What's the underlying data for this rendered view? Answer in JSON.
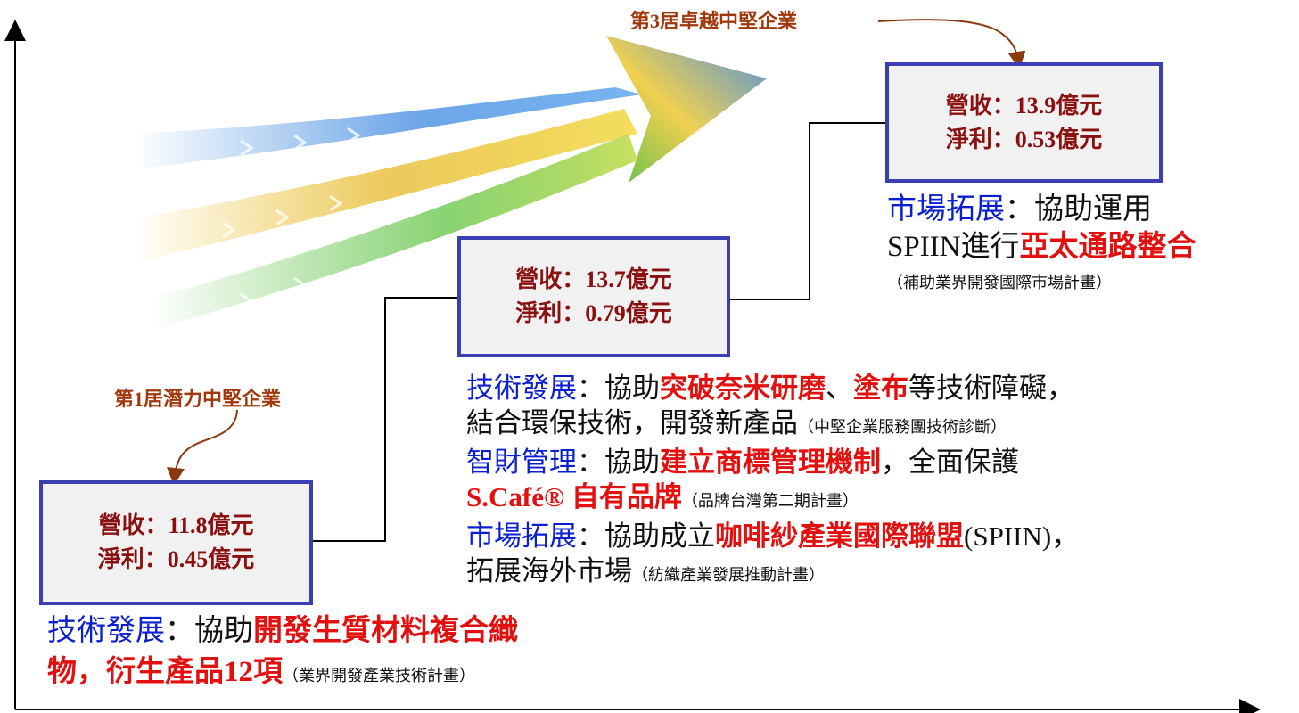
{
  "awards": {
    "first": "第1居潛力中堅企業",
    "third": "第3居卓越中堅企業"
  },
  "stages": [
    {
      "revenue": "營收：11.8億元",
      "profit": "淨利：0.45億元"
    },
    {
      "revenue": "營收：13.7億元",
      "profit": "淨利：0.79億元"
    },
    {
      "revenue": "營收：13.9億元",
      "profit": "淨利：0.53億元"
    }
  ],
  "desc1": {
    "l1_cat": "技術發展",
    "l1_plain": "：協助",
    "l1_hl": "開發生質材料複合織",
    "l2_hl": "物，衍生產品12項",
    "l2_note": "（業界開發產業技術計畫）"
  },
  "desc2": {
    "l1_cat": "技術發展",
    "l1_plain1": "：協助",
    "l1_hl1": "突破奈米研磨",
    "l1_plain2": "、",
    "l1_hl2": "塗布",
    "l1_plain3": "等技術障礙，",
    "l2_plain": "結合環保技術，開發新產品",
    "l2_note": "（中堅企業服務團技術診斷）",
    "l3_cat": "智財管理",
    "l3_plain1": "：協助",
    "l3_hl": "建立商標管理機制",
    "l3_plain2": "，全面保護",
    "l4_hl": "S.Café® 自有品牌",
    "l4_note": "（品牌台灣第二期計畫）",
    "l5_cat": "市場拓展",
    "l5_plain1": "：協助成立",
    "l5_hl": "咖啡紗產業國際聯盟",
    "l5_plain2": "(SPIIN)，",
    "l6_plain": "拓展海外市場",
    "l6_note": "（紡織產業發展推動計畫）"
  },
  "desc3": {
    "l1_cat": "市場拓展",
    "l1_plain": "：協助運用",
    "l2_plain": "SPIIN進行",
    "l2_hl": "亞太通路整合",
    "l3_note": "（補助業界開發國際市場計畫）"
  },
  "colors": {
    "box_border": "#3b3fb2",
    "box_fill": "#f1f1f1",
    "stat_text": "#8b1010",
    "award_text": "#a0380c",
    "category_blue": "#0a1fd0",
    "highlight_red": "#e31010",
    "arrow_blue": "#4a90e2",
    "arrow_yellow": "#f0c030",
    "arrow_green": "#5cc04a"
  },
  "icons": {
    "growth_arrow": "tri-color-growth-arrow-icon",
    "award_pointer": "curved-arrow-icon"
  }
}
